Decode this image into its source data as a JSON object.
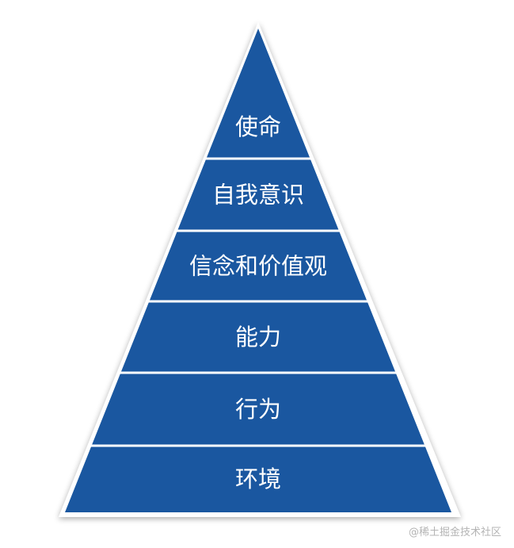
{
  "pyramid": {
    "levels": [
      {
        "label": "使命"
      },
      {
        "label": "自我意识"
      },
      {
        "label": "信念和价值观"
      },
      {
        "label": "能力"
      },
      {
        "label": "行为"
      },
      {
        "label": "环境"
      }
    ],
    "fill_color": "#1a57a0",
    "separator_color": "#ffffff"
  },
  "watermark": "@稀土掘金技术社区"
}
